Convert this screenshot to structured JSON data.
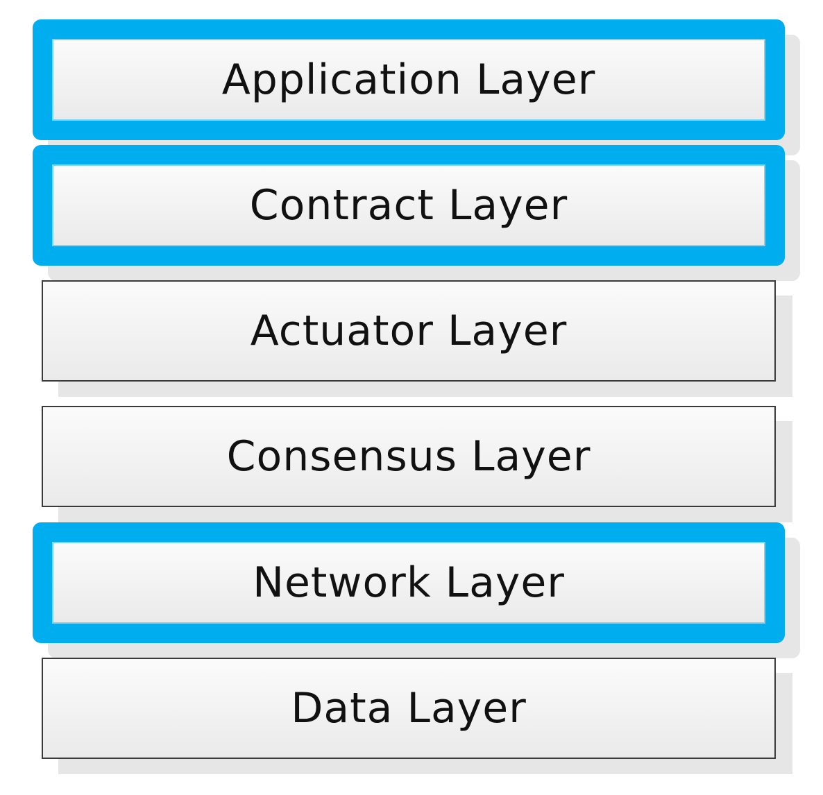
{
  "diagram": {
    "layers": [
      {
        "label": "Application Layer",
        "highlighted": true
      },
      {
        "label": "Contract Layer",
        "highlighted": true
      },
      {
        "label": "Actuator Layer",
        "highlighted": false
      },
      {
        "label": "Consensus Layer",
        "highlighted": false
      },
      {
        "label": "Network Layer",
        "highlighted": true
      },
      {
        "label": "Data Layer",
        "highlighted": false
      }
    ],
    "colors": {
      "highlight_border": "#00aeef",
      "plain_border": "#3a3a3a",
      "box_fill": "#f4f4f4",
      "shadow": "#e6e6e6"
    }
  }
}
